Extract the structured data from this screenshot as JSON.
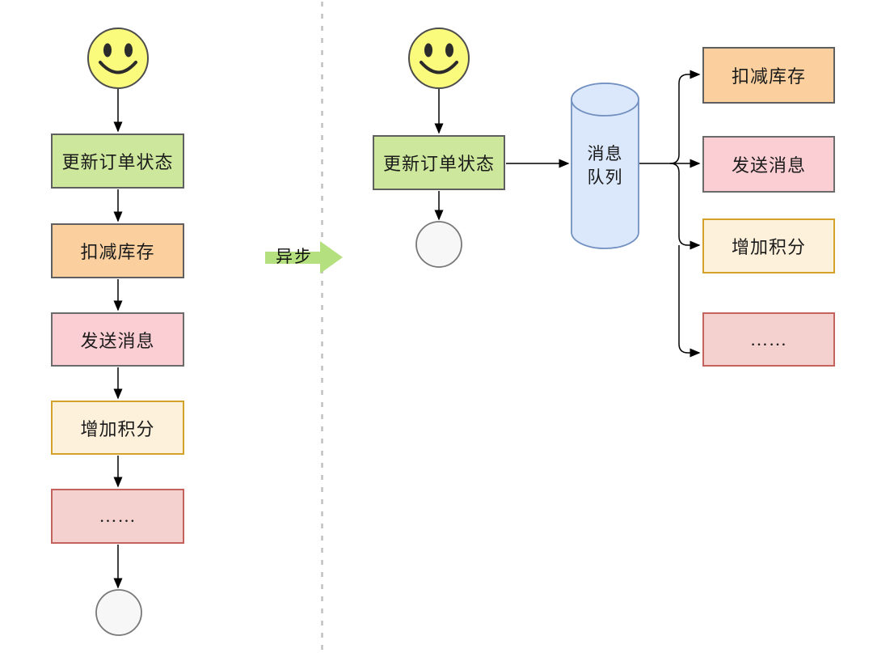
{
  "palette": {
    "box_green_fill": "#cde79c",
    "box_green_border": "#5f5f5f",
    "box_orange_fill": "#fbd09e",
    "box_orange_border": "#5f5f5f",
    "box_pink_fill": "#fbced4",
    "box_pink_border": "#6b6b6b",
    "box_cream_fill": "#fdf1dc",
    "box_cream_border": "#d2a22a",
    "box_rose_fill": "#f4d1cf",
    "box_rose_border": "#c4625d",
    "cylinder_fill": "#dbe8fb",
    "cylinder_border": "#7290c0",
    "smiley_fill": "#fafa7d",
    "smiley_border": "#4d4d4d",
    "async_arrow_fill": "#b5e07f",
    "end_circle_fill": "#f7f7f7",
    "end_circle_border": "#787878",
    "connector_color": "#000000",
    "divider_color": "#c0c0c0"
  },
  "sync_flow": {
    "actor_icon": "smiley-face",
    "steps": [
      {
        "label": "更新订单状态"
      },
      {
        "label": "扣减库存"
      },
      {
        "label": "发送消息"
      },
      {
        "label": "增加积分"
      },
      {
        "label": "……"
      }
    ],
    "end_icon": "end-circle"
  },
  "transition": {
    "label": "异步"
  },
  "async_flow": {
    "actor_icon": "smiley-face",
    "first_step": {
      "label": "更新订单状态"
    },
    "queue": {
      "label": "消息\n队列"
    },
    "branches": [
      {
        "label": "扣减库存"
      },
      {
        "label": "发送消息"
      },
      {
        "label": "增加积分"
      },
      {
        "label": "……"
      }
    ],
    "end_icon": "end-circle"
  }
}
